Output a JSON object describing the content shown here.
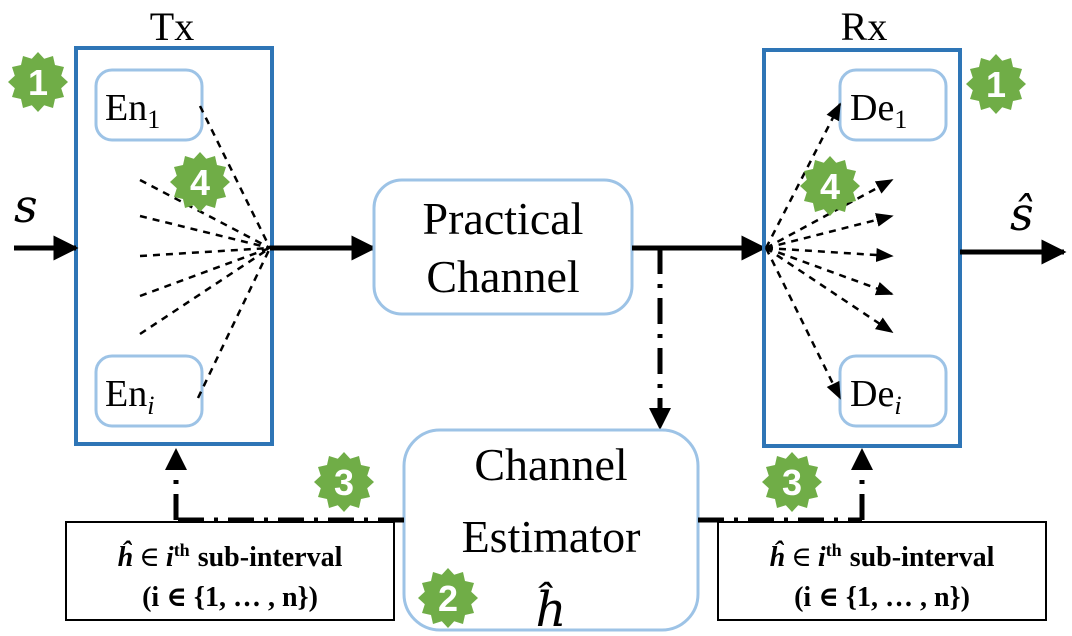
{
  "tx": {
    "title": "Tx",
    "encoder_first": "En",
    "encoder_first_sub": "1",
    "encoder_last": "En",
    "encoder_last_sub": "i"
  },
  "rx": {
    "title": "Rx",
    "decoder_first": "De",
    "decoder_first_sub": "1",
    "decoder_last": "De",
    "decoder_last_sub": "i"
  },
  "input_signal": "s",
  "output_signal": "ŝ",
  "channel": {
    "line1": "Practical",
    "line2": "Channel"
  },
  "estimator": {
    "line1": "Channel",
    "line2": "Estimator",
    "symbol": "ĥ"
  },
  "badges": {
    "one": "1",
    "two": "2",
    "three": "3",
    "four": "4"
  },
  "info_box": {
    "h_symbol": "ĥ",
    "in_symbol": "∈",
    "i_symbol": "i",
    "th": "th",
    "sub_interval": "sub-interval",
    "line2": "(i ∈ {1, … , n})"
  },
  "colors": {
    "box_border": "#2e75b6",
    "rounded_border": "#9dc3e6",
    "badge_fill": "#70ad47",
    "badge_text": "#ffffff"
  }
}
